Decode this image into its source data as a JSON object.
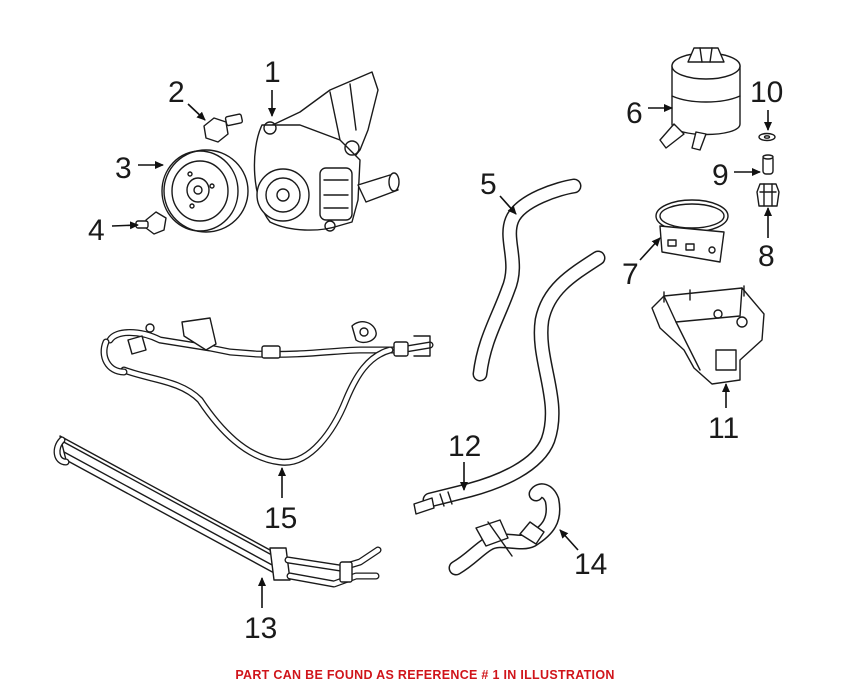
{
  "callouts": [
    {
      "id": "1",
      "label": "1"
    },
    {
      "id": "2",
      "label": "2"
    },
    {
      "id": "3",
      "label": "3"
    },
    {
      "id": "4",
      "label": "4"
    },
    {
      "id": "5",
      "label": "5"
    },
    {
      "id": "6",
      "label": "6"
    },
    {
      "id": "7",
      "label": "7"
    },
    {
      "id": "8",
      "label": "8"
    },
    {
      "id": "9",
      "label": "9"
    },
    {
      "id": "10",
      "label": "10"
    },
    {
      "id": "11",
      "label": "11"
    },
    {
      "id": "12",
      "label": "12"
    },
    {
      "id": "13",
      "label": "13"
    },
    {
      "id": "14",
      "label": "14"
    },
    {
      "id": "15",
      "label": "15"
    }
  ],
  "footnote": "PART CAN BE FOUND AS REFERENCE # 1 IN ILLUSTRATION",
  "colors": {
    "footnote": "#d0141a",
    "lines": "#1a1a1a",
    "background": "#ffffff"
  }
}
